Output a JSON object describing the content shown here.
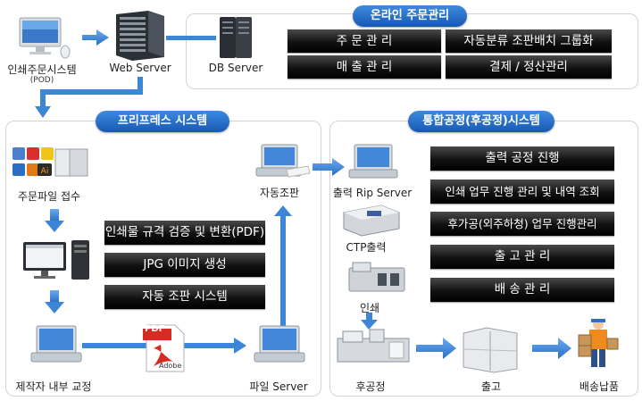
{
  "online_order": {
    "title": "온라인 주문관리",
    "items": [
      "주 문 관 리",
      "자동분류 조판배치 그룹화",
      "매 출 관 리",
      "결제 / 정산관리"
    ]
  },
  "prepress": {
    "title": "프리프레스 시스템",
    "items": [
      "인쇄물 규격 검증 및 변환(PDF)",
      "JPG 이미지 생성",
      "자동 조판 시스템"
    ]
  },
  "process": {
    "title": "통합공정(후공정)시스템",
    "items": [
      "출력 공정 진행",
      "인쇄 업무 진행 관리 및 내역 조회",
      "후가공(외주하청) 업무 진행관리",
      "출 고 관 리",
      "배 송 관 리"
    ]
  },
  "nodes": {
    "order_system": "인쇄주문시스템",
    "order_system_sub": "(POD)",
    "web_server": "Web Server",
    "db_server": "DB Server",
    "file_receipt": "주문파일 접수",
    "auto_imposition": "자동조판",
    "proofing": "제작자 내부 교정",
    "file_server": "파일 Server",
    "rip_server": "출력 Rip Server",
    "ctp": "CTP출력",
    "printing": "인쇄",
    "post_process": "후공정",
    "shipping": "출고",
    "delivery": "배송납품"
  },
  "icons": {
    "pdf_label": "PDF",
    "adobe_label": "Adobe"
  },
  "colors": {
    "arrow_blue": "#3d86d6",
    "title_blue": "#1f63bf",
    "bar_dark": "#111111"
  }
}
